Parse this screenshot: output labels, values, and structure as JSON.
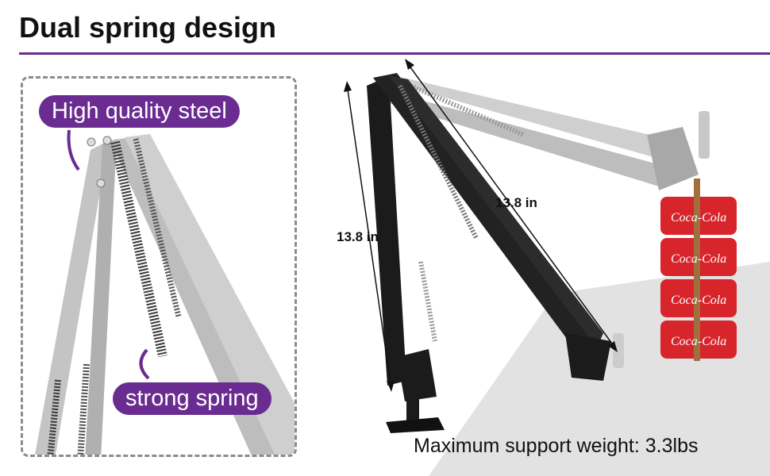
{
  "title": "Dual spring design",
  "callouts": {
    "steel_label": "High quality steel",
    "spring_label": "strong spring"
  },
  "dimensions": {
    "lower_arm": "13.8 in",
    "upper_arm": "13.8 in"
  },
  "can_label": "Coca-Cola",
  "max_weight": "Maximum support weight: 3.3lbs",
  "colors": {
    "accent": "#6a2c91",
    "arm": "#1b1b1b",
    "ghost_arm": "#b5b5b5",
    "can_red": "#d7252b"
  }
}
